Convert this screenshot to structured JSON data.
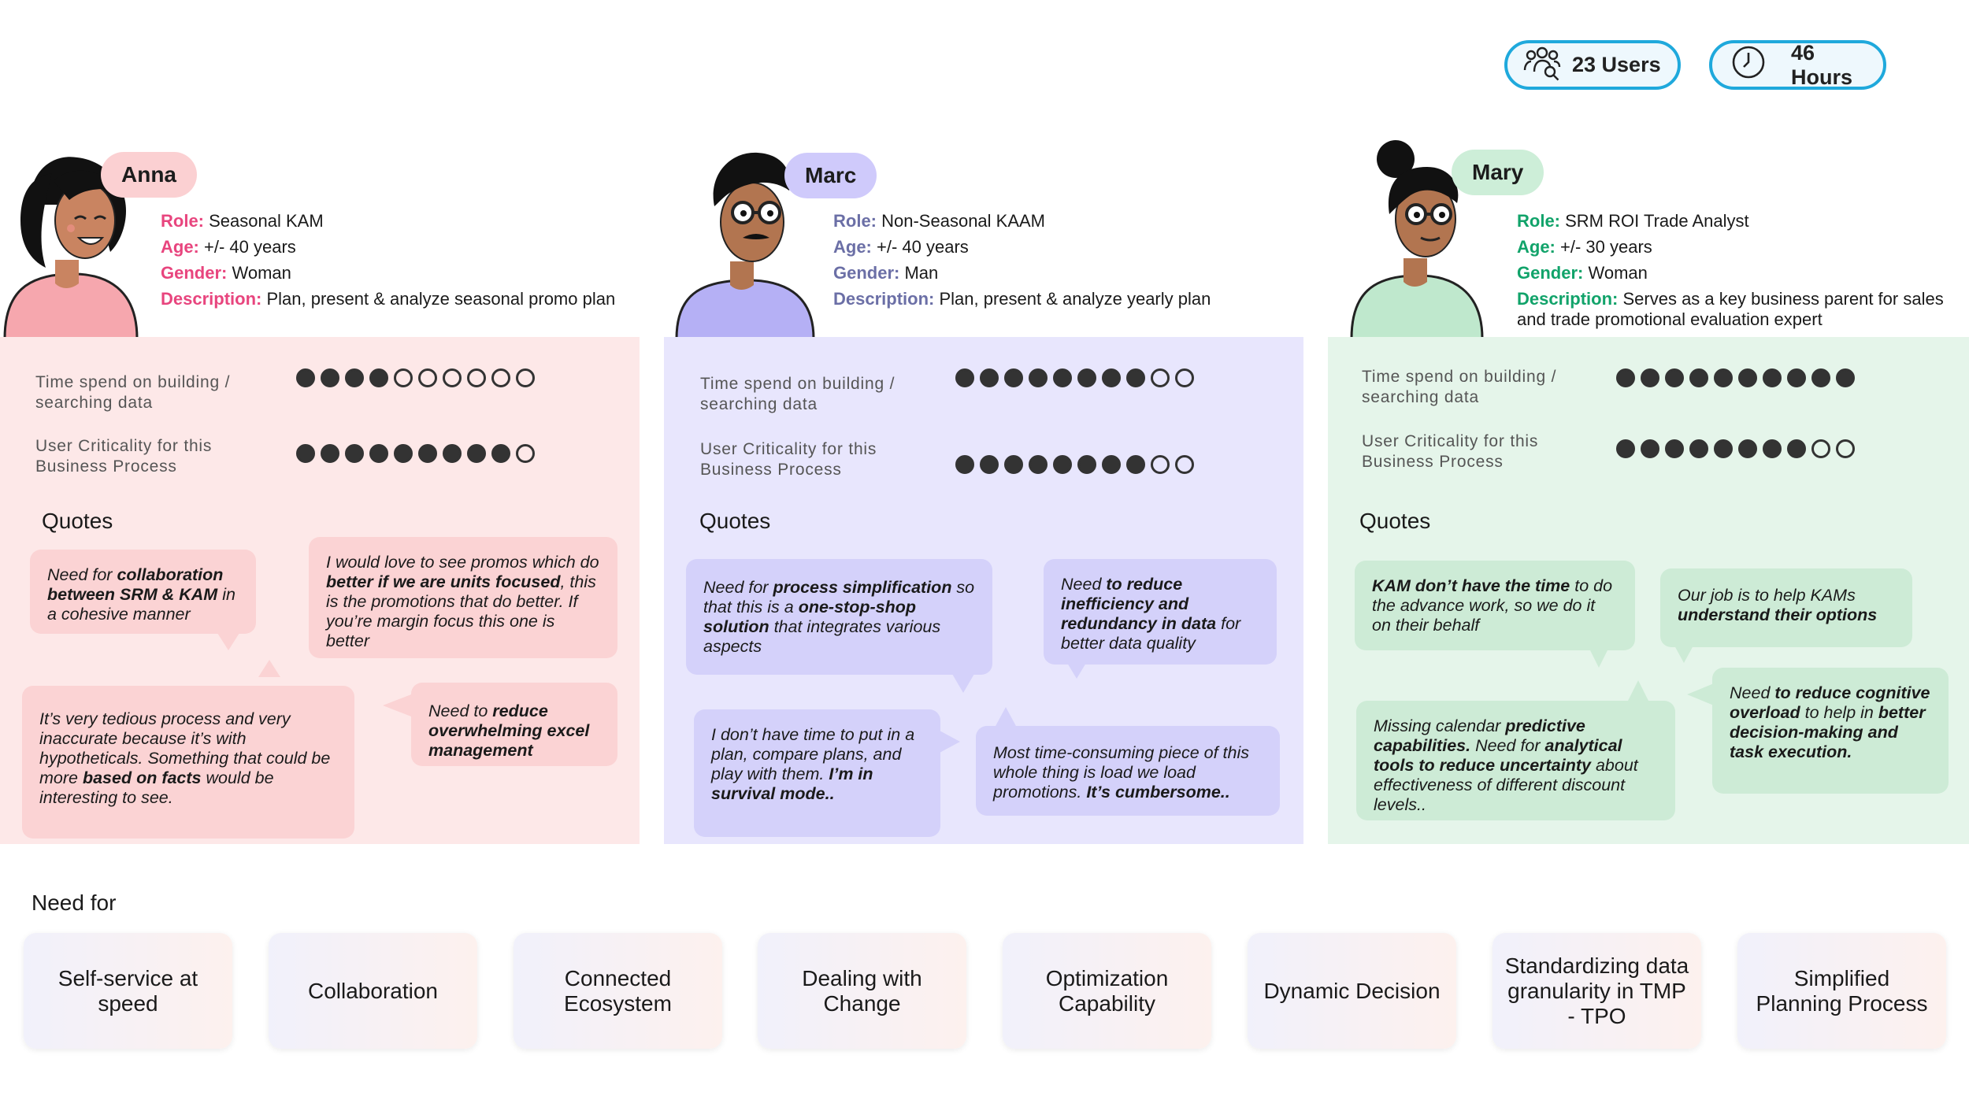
{
  "stats": {
    "users": {
      "icon": "users-search-icon",
      "label": "23 Users"
    },
    "hours": {
      "icon": "clock-icon",
      "label": "46 Hours"
    }
  },
  "labels": {
    "role": "Role:",
    "age": "Age:",
    "gender": "Gender:",
    "description": "Description:",
    "metric_time": "Time spend on building / searching data",
    "metric_crit": "User Criticality for this Business Process",
    "quotes": "Quotes"
  },
  "colors": {
    "anna_accent": "#e8457e",
    "marc_accent": "#6b6fa6",
    "mary_accent": "#11a36a",
    "stat_border": "#1fa9dc"
  },
  "personas": [
    {
      "name": "Anna",
      "role": "Seasonal KAM",
      "age": "+/- 40 years",
      "gender": "Woman",
      "description": "Plan, present & analyze seasonal promo plan",
      "time_spend": {
        "value": 4,
        "max": 10
      },
      "criticality": {
        "value": 9,
        "max": 10
      }
    },
    {
      "name": "Marc",
      "role": "Non-Seasonal KAAM",
      "age": "+/- 40 years",
      "gender": "Man",
      "description": "Plan, present & analyze yearly plan",
      "time_spend": {
        "value": 8,
        "max": 10
      },
      "criticality": {
        "value": 8,
        "max": 10
      }
    },
    {
      "name": "Mary",
      "role": "SRM ROI Trade Analyst",
      "age": "+/- 30 years",
      "gender": "Woman",
      "description": "Serves as a key business parent for sales and trade promotional evaluation expert",
      "time_spend": {
        "value": 10,
        "max": 10
      },
      "criticality": {
        "value": 8,
        "max": 10
      }
    }
  ],
  "quotes": {
    "anna": [
      {
        "pre": "Need for ",
        "bold": "collaboration between SRM & KAM",
        "post": " in a cohesive manner"
      },
      {
        "pre": "I would love to see promos which do ",
        "bold": "better if we are units focused",
        "post": ", this is the promotions that do better. If you’re margin focus this one is better"
      },
      {
        "pre": "It’s very tedious process and very inaccurate because it’s with hypotheticals. Something that could be more ",
        "bold": "based on facts",
        "post": " would be interesting to see."
      },
      {
        "pre": "Need to ",
        "bold": "reduce overwhelming excel management",
        "post": ""
      }
    ],
    "marc": [
      {
        "pre": "Need for ",
        "bold": "process simplification",
        "mid": " so that this is a ",
        "bold2": "one-stop-shop solution",
        "post": " that integrates various aspects"
      },
      {
        "pre": "Need ",
        "bold": "to reduce inefficiency and redundancy in data",
        "post": " for better data quality"
      },
      {
        "pre": "I don’t have time to put in a plan, compare plans, and play with them. ",
        "bold": "I’m in survival mode..",
        "post": ""
      },
      {
        "pre": "Most time-consuming piece of this whole thing is load we load promotions. ",
        "bold": "It’s cumbersome..",
        "post": ""
      }
    ],
    "mary": [
      {
        "pre": "",
        "bold": "KAM don’t have the time",
        "post": " to do the advance work, so we do it on their behalf"
      },
      {
        "pre": "Our job is to help KAMs ",
        "bold": "understand their options",
        "post": ""
      },
      {
        "pre": "Missing calendar ",
        "bold": "predictive capabilities.",
        "mid": " Need for ",
        "bold2": "analytical tools to reduce uncertainty",
        "post": " about effectiveness of different discount levels.."
      },
      {
        "pre": "Need ",
        "bold": "to reduce cognitive overload",
        "mid": " to help in ",
        "bold2": "better decision-making and task execution.",
        "post": ""
      }
    ]
  },
  "need_for": {
    "title": "Need for",
    "items": [
      "Self-service at speed",
      "Collaboration",
      "Connected Ecosystem",
      "Dealing with Change",
      "Optimization Capability",
      "Dynamic Decision",
      "Standardizing data granularity in TMP - TPO",
      "Simplified Planning Process"
    ]
  }
}
